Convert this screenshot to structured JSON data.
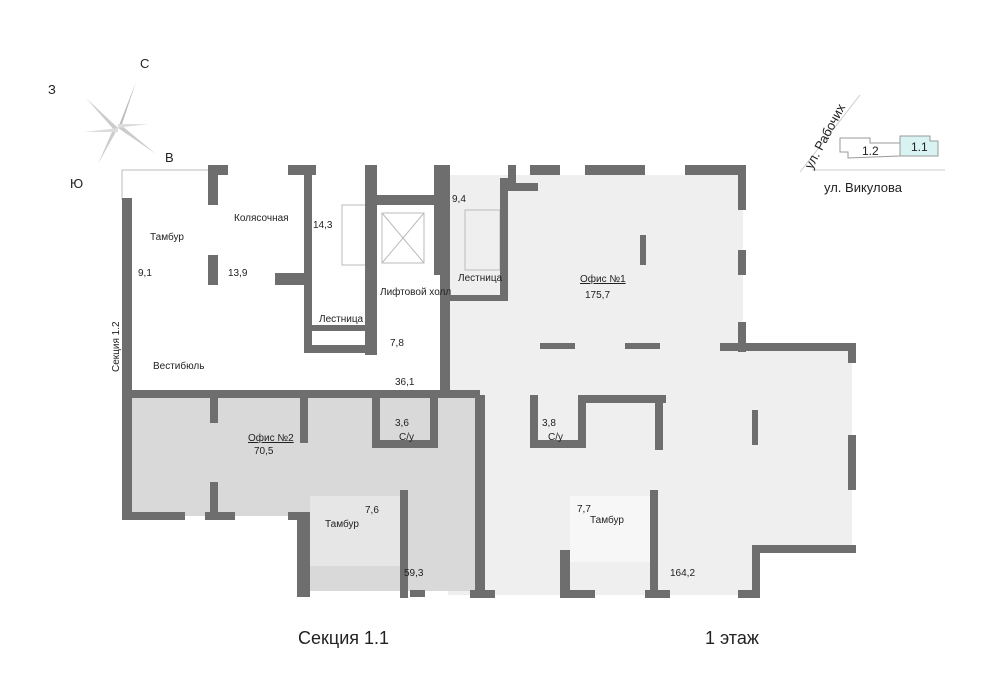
{
  "compass": {
    "north": "С",
    "east": "В",
    "south": "Ю",
    "west": "З"
  },
  "site_plan": {
    "street_1": "ул. Рабочих",
    "street_2": "ул. Викулова",
    "section_a": "1.2",
    "section_b": "1.1",
    "highlight_color": "#d9f2f2"
  },
  "rooms": [
    {
      "name": "Тамбур",
      "area": "9,1"
    },
    {
      "name": "Колясочная",
      "area": "13,9"
    },
    {
      "name": "Лестница",
      "area": "14,3"
    },
    {
      "name": "Лифтовой холл",
      "area": "7,8"
    },
    {
      "name": "Лестница",
      "area": "9,4"
    },
    {
      "name": "Вестибюль",
      "area": "36,1"
    },
    {
      "name": "Офис №1",
      "area": "175,7"
    },
    {
      "name": "Офис №2",
      "area": "70,5"
    },
    {
      "name": "С/у",
      "area": "3,6"
    },
    {
      "name": "С/у",
      "area": "3,8"
    },
    {
      "name": "Тамбур",
      "area": "7,6"
    },
    {
      "name": "Тамбур",
      "area": "7,7"
    }
  ],
  "extra_areas": {
    "office2_lower": "59,3",
    "office1_lower": "164,2"
  },
  "neighbor_label": "Секция 1.2",
  "footer": {
    "section": "Секция 1.1",
    "floor": "1 этаж"
  },
  "colors": {
    "wall": "#6e6e6e",
    "office1": "#efefef",
    "office2": "#d9d9d9"
  }
}
